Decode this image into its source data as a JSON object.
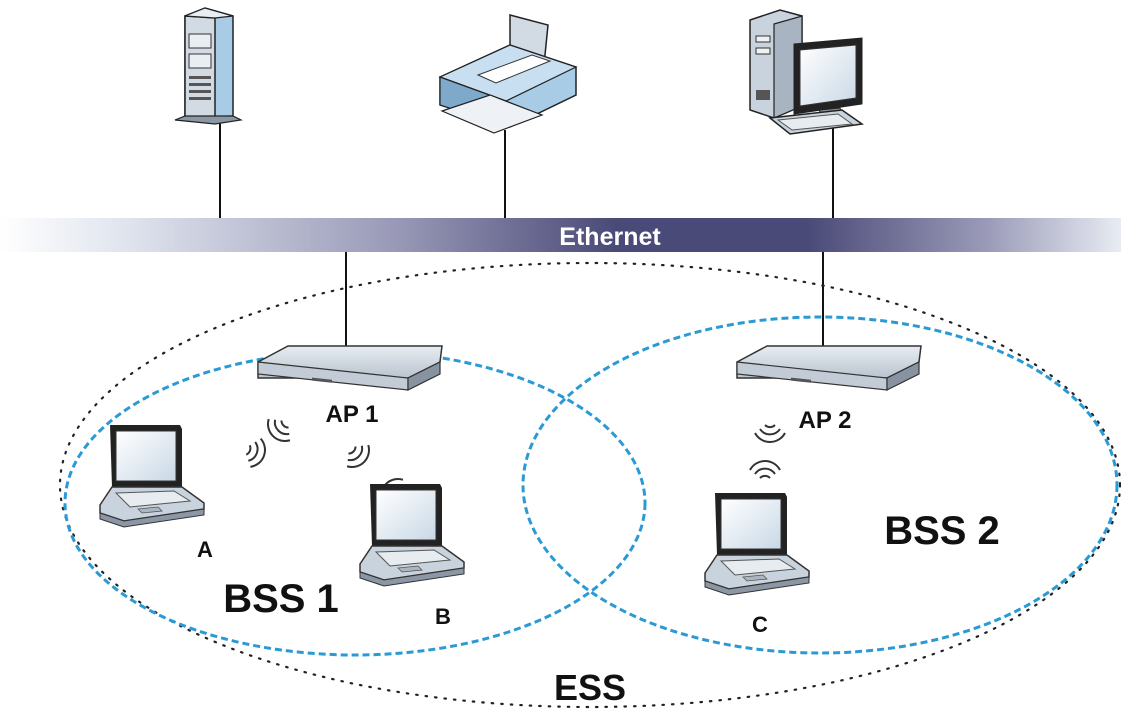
{
  "network": {
    "bus_label": "Ethernet",
    "ess_label": "ESS"
  },
  "access_points": [
    {
      "label": "AP 1"
    },
    {
      "label": "AP 2"
    }
  ],
  "bss": [
    {
      "label": "BSS 1"
    },
    {
      "label": "BSS 2"
    }
  ],
  "stations": [
    {
      "label": "A"
    },
    {
      "label": "B"
    },
    {
      "label": "C"
    }
  ],
  "devices": {
    "server": "server-icon",
    "printer": "printer-icon",
    "desktop": "desktop-computer-icon",
    "access_point": "access-point-icon",
    "laptop": "laptop-icon",
    "wireless": "wireless-signal-icon"
  },
  "colors": {
    "bus_dark": "#4a4a78",
    "bus_mid": "#9a9ab8",
    "bus_light": "#dde2ec",
    "bss_dash": "#2a9ad6",
    "ess_dot": "#222222",
    "device_blue": "#a8cbe6",
    "device_gray": "#c9d3de",
    "line": "#111111"
  }
}
